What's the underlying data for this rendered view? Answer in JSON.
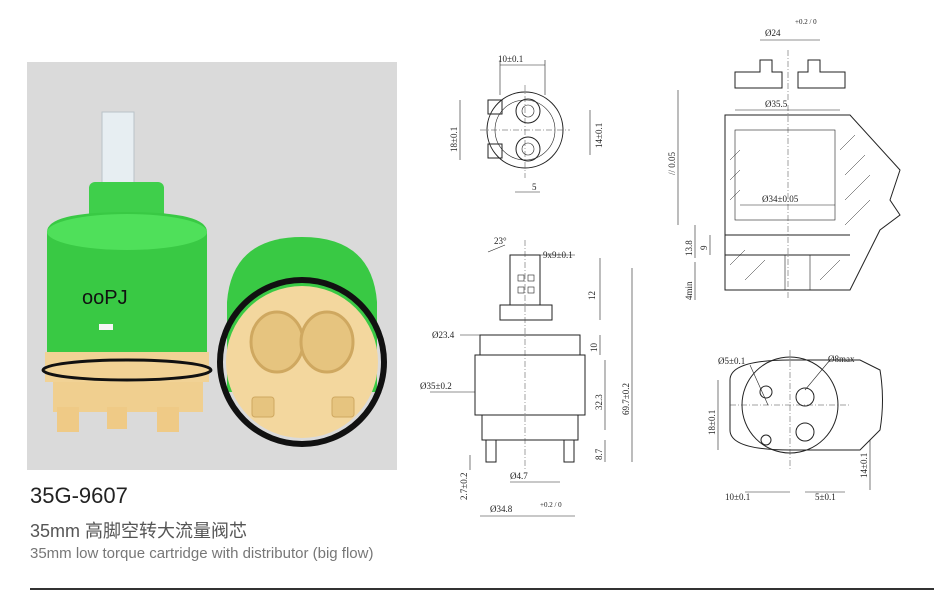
{
  "product": {
    "model": "35G-9607",
    "title_cn": "35mm 高脚空转大流量阀芯",
    "title_en": "35mm low torque cartridge with distributor (big flow)",
    "brand_logo": "ooPJ"
  },
  "dimensions": {
    "top_view": {
      "width": "10±0.1",
      "left": "18±0.1",
      "right": "14±0.1",
      "bottom": "5"
    },
    "side_view": {
      "angle": "23°",
      "spline": "9x9±0.1",
      "stem": "12",
      "body_dia": "Ø23.4",
      "collar": "10",
      "total_height": "69.7±0.2",
      "outer_dia": "Ø35±0.2",
      "body_height": "32.3",
      "foot": "8.7",
      "pin_dia": "Ø4.7",
      "pin_height": "2.7±0.2",
      "base_dia": "Ø34.8",
      "base_tol": "+0.2 / 0"
    },
    "housing": {
      "top_dia": "Ø24",
      "top_tol": "+0.2 / 0",
      "bore": "Ø35.5",
      "seat": "Ø34±0.05",
      "para": "// 0.05",
      "depth": "13.8",
      "step": "9",
      "min": "4min"
    },
    "port_view": {
      "hole": "Ø5±0.1",
      "hole_max": "Ø8max",
      "left": "18±0.1",
      "right": "14±0.1",
      "bottom_left": "10±0.1",
      "bottom_right": "5±0.1"
    }
  },
  "colors": {
    "body": "#3bd24a",
    "base": "#f2d49a",
    "photo_bg": "#d9d9d9"
  }
}
